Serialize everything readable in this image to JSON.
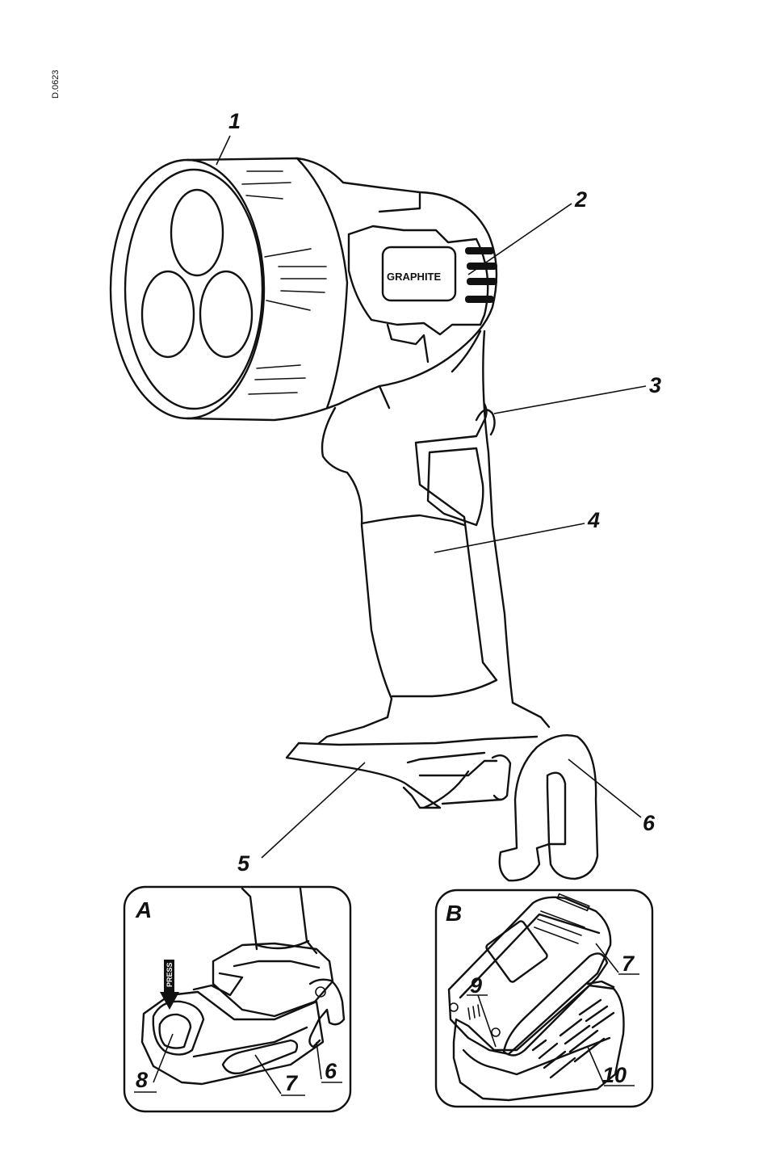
{
  "doc_code": "D.0623",
  "brand": "GRAPHITE",
  "press_label": "PRESS",
  "panels": {
    "a": "A",
    "b": "B"
  },
  "callouts": {
    "c1": "1",
    "c2": "2",
    "c3": "3",
    "c4": "4",
    "c5": "5",
    "c6": "6",
    "a8": "8",
    "a7": "7",
    "a6": "6",
    "b9": "9",
    "b7": "7",
    "b10": "10"
  }
}
